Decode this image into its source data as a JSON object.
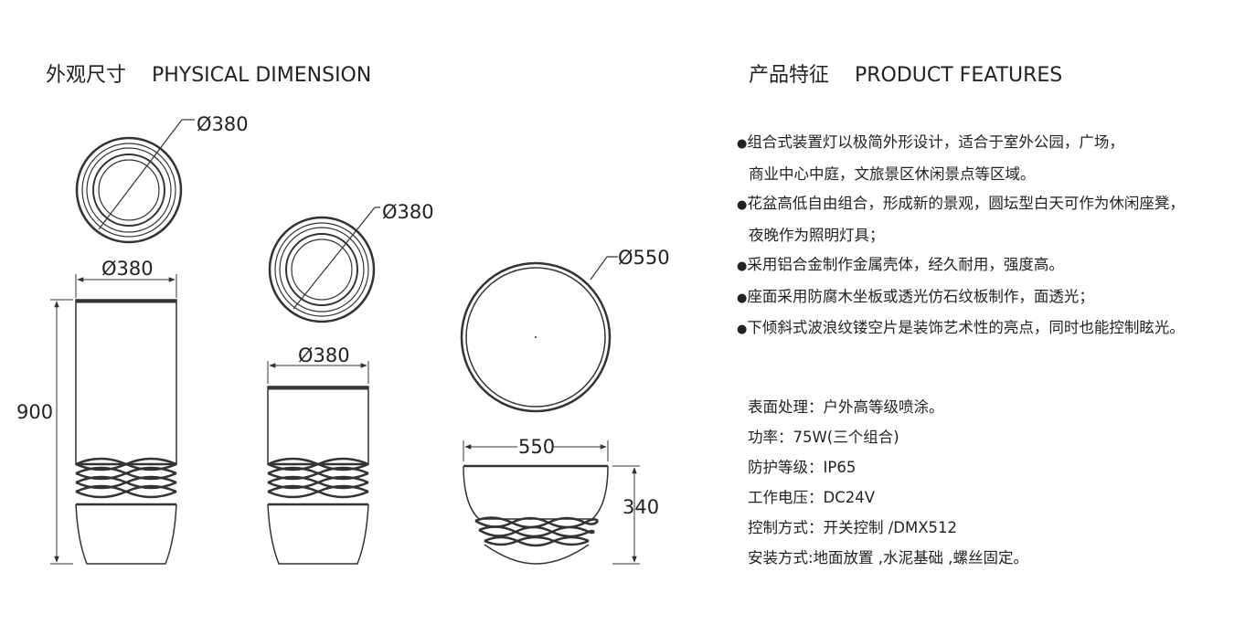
{
  "headers": {
    "dimension_title": "外观尺寸    PHYSICAL DIMENSION",
    "features_title": "产品特征    PRODUCT FEATURES"
  },
  "dimensions": {
    "tall_top_diameter": "Ø380",
    "tall_width": "Ø380",
    "tall_height": "900",
    "mid_top_diameter": "Ø380",
    "mid_width": "Ø380",
    "bowl_top_diameter": "Ø550",
    "bowl_width": "550",
    "bowl_height": "340"
  },
  "features": [
    {
      "bullet": "●",
      "text": "组合式装置灯以极简外形设计，适合于室外公园，广场，"
    },
    {
      "bullet": "",
      "text": "商业中心中庭，文旅景区休闲景点等区域。"
    },
    {
      "bullet": "●",
      "text": "花盆高低自由组合，形成新的景观，圆坛型白天可作为休闲座凳，"
    },
    {
      "bullet": "",
      "text": "夜晚作为照明灯具；"
    },
    {
      "bullet": "●",
      "text": "采用铝合金制作金属壳体，经久耐用，强度高。"
    },
    {
      "bullet": "●",
      "text": "座面采用防腐木坐板或透光仿石纹板制作，面透光；"
    },
    {
      "bullet": "●",
      "text": "下倾斜式波浪纹镂空片是装饰艺术性的亮点，同时也能控制眩光。"
    }
  ],
  "specs": [
    "表面处理：户外高等级喷涂。",
    "功率：75W(三个组合)",
    "防护等级：IP65",
    "工作电压：DC24V",
    "控制方式：开关控制 /DMX512",
    "安装方式:地面放置 ,水泥基础 ,螺丝固定。"
  ]
}
